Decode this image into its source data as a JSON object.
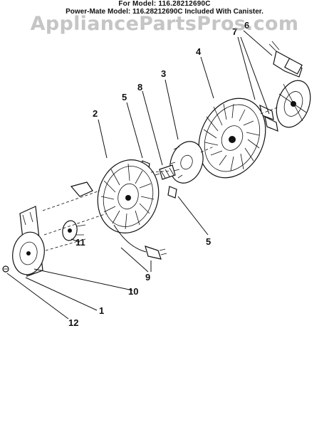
{
  "header": {
    "model_line": "For Model: 116.28212690C",
    "powermate_line": "Power-Mate Model: 116.28212690C Included With Canister."
  },
  "watermark": "AppliancePartsPros.com",
  "callouts": {
    "c1": "1",
    "c2": "2",
    "c3": "3",
    "c4": "4",
    "c5a": "5",
    "c5b": "5",
    "c6": "6",
    "c7": "7",
    "c8": "8",
    "c9": "9",
    "c10": "10",
    "c11": "11",
    "c12": "12"
  }
}
